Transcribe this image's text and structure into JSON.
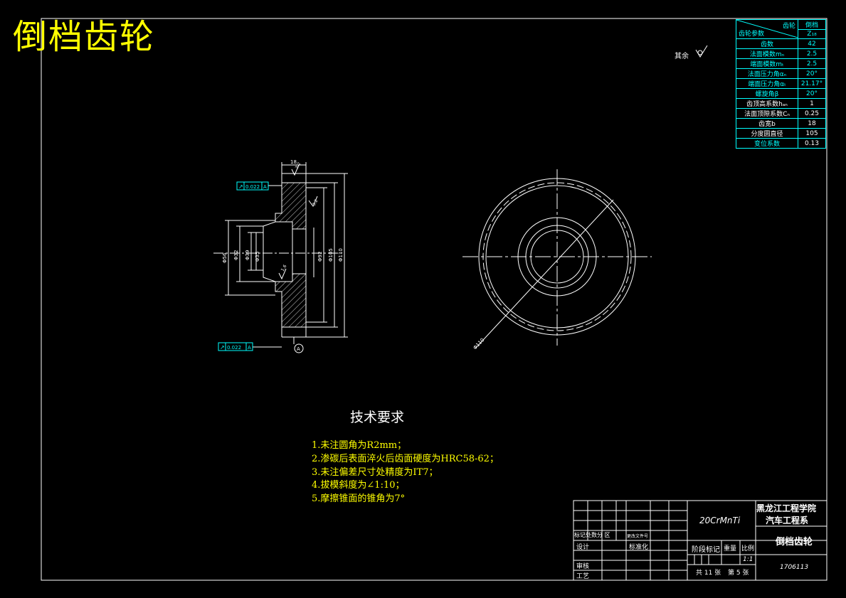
{
  "title": "倒档齿轮",
  "roughness_note": "其余",
  "param_table": {
    "header_col": "齿轮",
    "header_row": "齿轮参数",
    "header_val": "倒档",
    "header_sub": "Z₁₈",
    "rows": [
      {
        "label": "齿数",
        "value": "42"
      },
      {
        "label": "法面模数mₙ",
        "value": "2.5"
      },
      {
        "label": "端面模数mₜ",
        "value": "2.5"
      },
      {
        "label": "法面压力角αₙ",
        "value": "20°"
      },
      {
        "label": "端面压力角αₜ",
        "value": "21.17°"
      },
      {
        "label": "螺旋角β",
        "value": "20°"
      },
      {
        "label": "齿顶高系数hₐₙ",
        "value": "1"
      },
      {
        "label": "法面顶隙系数Cₙ",
        "value": "0.25"
      },
      {
        "label": "齿宽b",
        "value": "18"
      },
      {
        "label": "分度圆直径",
        "value": "105"
      },
      {
        "label": "变位系数",
        "value": "0.13"
      }
    ]
  },
  "dimensions": {
    "top_width": "18",
    "d56": "Φ56",
    "d39": "Φ39",
    "d32": "Φ32",
    "d35": "Φ35",
    "d92": "Φ92",
    "d105": "Φ105",
    "d110": "Φ110",
    "circle_dim": "Φ110",
    "tol_top": "0.022",
    "tol_bottom": "0.022",
    "datum": "A",
    "rough_top": "3.2",
    "rough_mid": "3.2",
    "rough_inner": "1.6"
  },
  "tech_requirements": {
    "title": "技术要求",
    "items": [
      "1.未注圆角为R2mm；",
      "2.渗碳后表面淬火后齿面硬度为HRC58-62；",
      "3.未注偏差尺寸处精度为IT7；",
      "4.拔模斜度为∠1:10；",
      "5.摩擦锥面的锥角为7°"
    ]
  },
  "title_block": {
    "material": "20CrMnTi",
    "school": "黑龙江工程学院",
    "department": "汽车工程系",
    "part_name": "倒档齿轮",
    "drawing_no": "1706113",
    "revision_label": "标记处数分  区",
    "doc_label": "更改文件号",
    "design": "设计",
    "standard": "标准化",
    "check": "审核",
    "process": "工艺",
    "stage_mark": "阶段标记",
    "weight": "重量",
    "scale_label": "比例",
    "scale": "1:1",
    "sheets_total": "共 11 张",
    "sheet_no": "第 5 张"
  },
  "colors": {
    "background": "#000000",
    "line": "#ffffff",
    "cyan": "#00ffff",
    "yellow": "#ffff00"
  }
}
